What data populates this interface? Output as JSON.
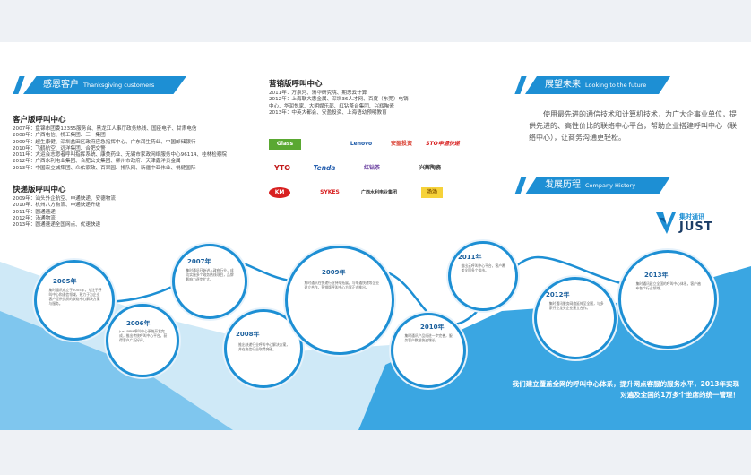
{
  "header": {
    "thanks_cn": "感恩客户",
    "thanks_en": "Thanksgiving customers",
    "vision_cn": "展望未来",
    "vision_en": "Looking to the future",
    "history_cn": "发展历程",
    "history_en": "Company History"
  },
  "customer_center": {
    "title": "客户版呼叫中心",
    "lines": [
      "2007年：盘锦市团委12355服务台、黑龙江人事厅政务热线、国臣电子、甘肃电信",
      "2008年：广西电信、桥工集团、三一集团",
      "2009年：超生康健、深圳盐田区政府应急指挥中心、广东润生药业、中国邮储银行",
      "2010年：飞鹤航空、远洋集团、合肥交警",
      "2011年：大运会志愿者呼叫指挥系统、康美药业、无锡市家政网络服务中心96114、桂林检察院",
      "2012年：广西水利电业集团、合肥公交集团、柳州市政府、天津鑫洋贵金属",
      "2013年：中国宏立城集团、众佑家政、百果园、排队网、新疆中亚伟业、悦健国际"
    ]
  },
  "express_center": {
    "title": "快递版呼叫中心",
    "lines": [
      "2009年：汕头外企航空、申通快递、安德物流",
      "2010年：杭州八方物流、申通快递升级",
      "2011年：圆通速递",
      "2012年：汤通物流",
      "2013年：圆通速递全国网点、优速快递"
    ]
  },
  "marketing_center": {
    "title": "营销版呼叫中心",
    "lines": [
      "2011年：万泉河、清华研究院、期思云计算",
      "2012年：上海联大惠金属、深圳36人才网、百度（东莞）电销",
      "中心、华润悦家、大明娱乐部、红钻茶台集团、兴辉陶瓷",
      "2013年：中英大都会、安盈投资、上海语幼预明教育"
    ]
  },
  "logos": [
    "Glass",
    "Lenovo",
    "安盈投资",
    "STO申通快递",
    "YTO",
    "Tenda",
    "红钻茶",
    "兴辉陶瓷",
    "KM",
    "SYKES",
    "广西水利电业集团",
    "汤汤"
  ],
  "vision": {
    "text": "使用最先进的通信技术和计算机技术，为广大企事业单位，提供先进的、高性价比的联络中心平台，帮助企业搭建呼叫中心（联络中心），让商务沟通更轻松。"
  },
  "brand": {
    "cn": "集时通讯",
    "en": "JUST"
  },
  "timeline": [
    {
      "year": "2005年",
      "text": "集时通讯成立于2005年，专注于呼叫中心和通信领域，致力于为企业客户提供优质的联络中心解决方案与服务。"
    },
    {
      "year": "2006年",
      "text": "Just-BPM呼叫中心系统开发完成，推出传统呼叫中心平台，获得客户广泛好评。"
    },
    {
      "year": "2007年",
      "text": "集时通讯开始进入政府行业，成功实施多个政务热线项目，品牌影响力逐步扩大。"
    },
    {
      "year": "2008年",
      "text": "推出快递行业呼叫中心解决方案，并在电信行业取得突破。"
    },
    {
      "year": "2009年",
      "text": "集时通讯在快递行业持续拓展，与申通快递等企业建立合作，营销版呼叫中心方案正式推出。"
    },
    {
      "year": "2010年",
      "text": "集时通讯产品线进一步完善，服务客户数量快速增长。"
    },
    {
      "year": "2011年",
      "text": "推出云呼叫中心平台，客户覆盖全国多个省市。"
    },
    {
      "year": "2012年",
      "text": "集时通讯服务网络延伸至全国，与多家行业龙头企业建立合作。"
    },
    {
      "year": "2013年",
      "text": "集时通讯建立全国的呼叫中心体系，客户遍布各个行业领域。"
    }
  ],
  "closing": {
    "line1": "我们建立覆盖全网的呼叫中心体系，提升网点客服的服务水平，2013年实现",
    "line2": "对遍及全国的1万多个坐席的统一管理！"
  },
  "colors": {
    "accent": "#1d8fd4",
    "ribbon": "#3aa6e2",
    "light": "#cfe9f7"
  }
}
